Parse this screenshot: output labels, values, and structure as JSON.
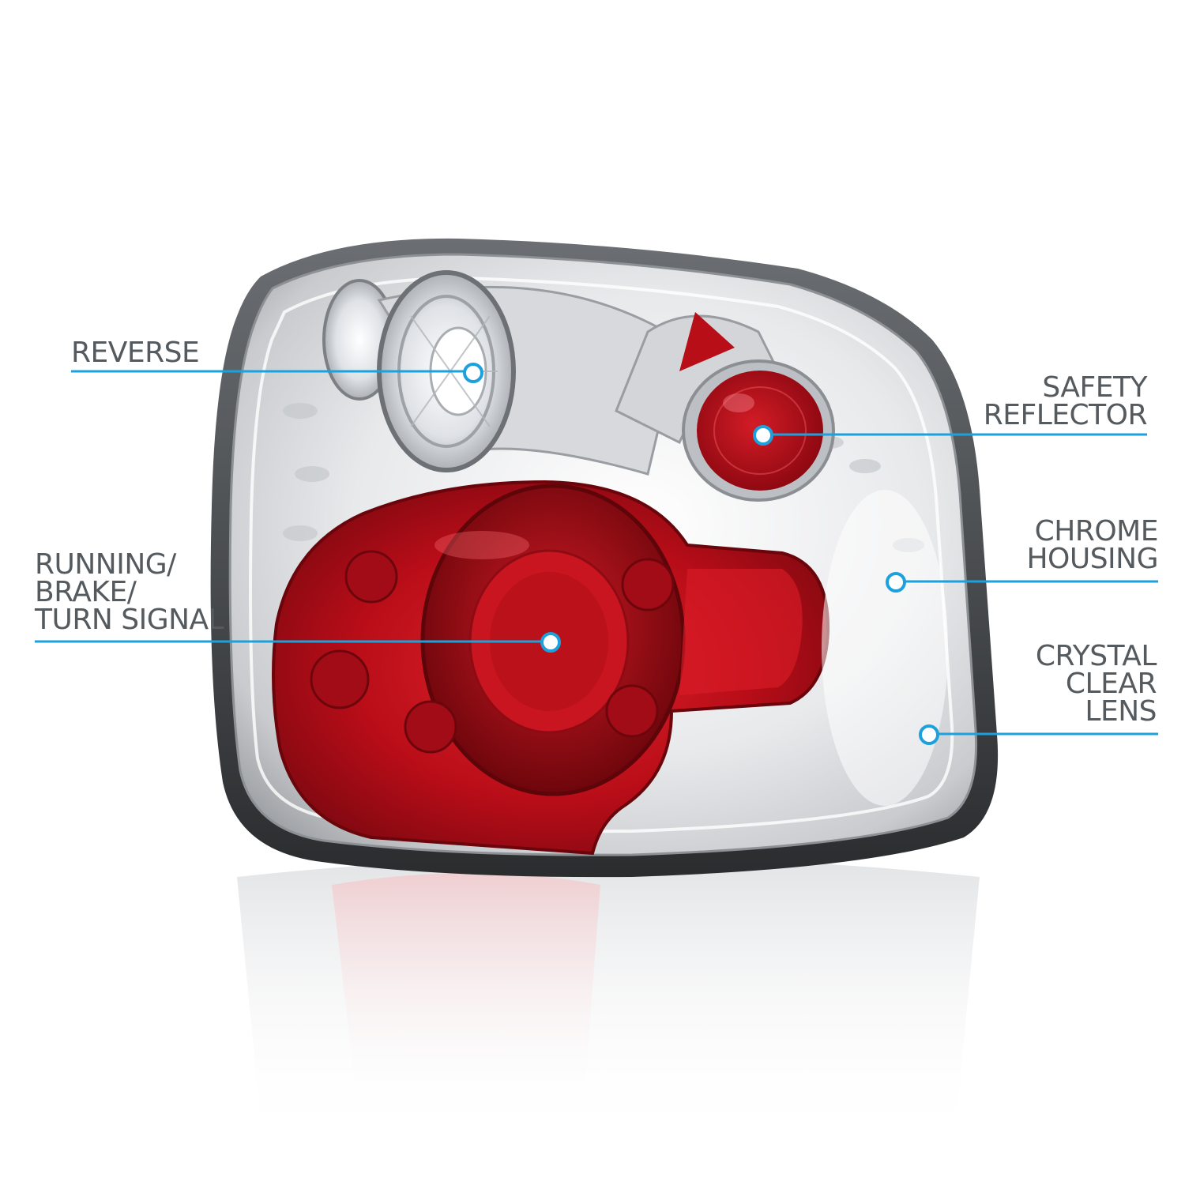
{
  "colors": {
    "accent_line": "#1da1dc",
    "label_text": "#555a5e",
    "lens_red": "#c8101c",
    "chrome": "#e6e7e9"
  },
  "callouts": {
    "reverse": {
      "lines": [
        "REVERSE"
      ]
    },
    "safety_reflector": {
      "lines": [
        "SAFETY",
        "REFLECTOR"
      ]
    },
    "chrome_housing": {
      "lines": [
        "CHROME",
        "HOUSING"
      ]
    },
    "running_brake_turn": {
      "lines": [
        "RUNNING/",
        "BRAKE/",
        "TURN SIGNAL"
      ]
    },
    "crystal_clear_lens": {
      "lines": [
        "CRYSTAL",
        "CLEAR",
        "LENS"
      ]
    }
  }
}
